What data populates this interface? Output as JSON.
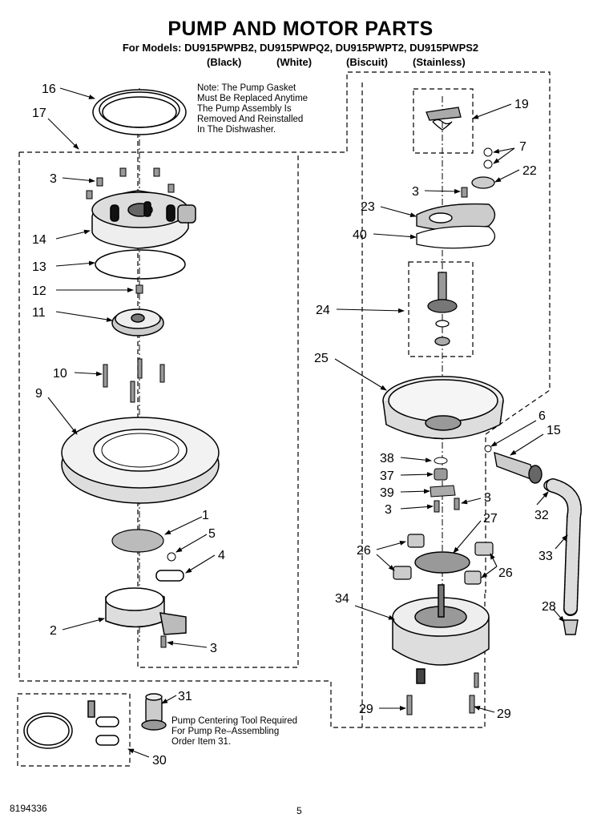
{
  "title": "PUMP AND MOTOR PARTS",
  "models": "For Models: DU915PWPB2, DU915PWPQ2, DU915PWPT2, DU915PWPS2",
  "variants": [
    "(Black)",
    "(White)",
    "(Biscuit)",
    "(Stainless)"
  ],
  "notes": {
    "gasket": [
      "Note: The Pump Gasket",
      "Must Be Replaced Anytime",
      "The Pump Assembly Is",
      "Removed And Reinstalled",
      "In The Dishwasher."
    ],
    "tool": [
      "Pump Centering Tool Required",
      "For Pump Re–Assembling",
      "Order Item 31."
    ]
  },
  "callouts": [
    "16",
    "17",
    "3",
    "14",
    "13",
    "12",
    "11",
    "10",
    "9",
    "1",
    "5",
    "4",
    "2",
    "3",
    "19",
    "7",
    "22",
    "3",
    "23",
    "40",
    "24",
    "25",
    "6",
    "15",
    "38",
    "37",
    "39",
    "3",
    "3",
    "27",
    "26",
    "26",
    "32",
    "33",
    "28",
    "34",
    "29",
    "29",
    "31",
    "30"
  ],
  "footer": {
    "doc_number": "8194336",
    "page_number": "5"
  }
}
